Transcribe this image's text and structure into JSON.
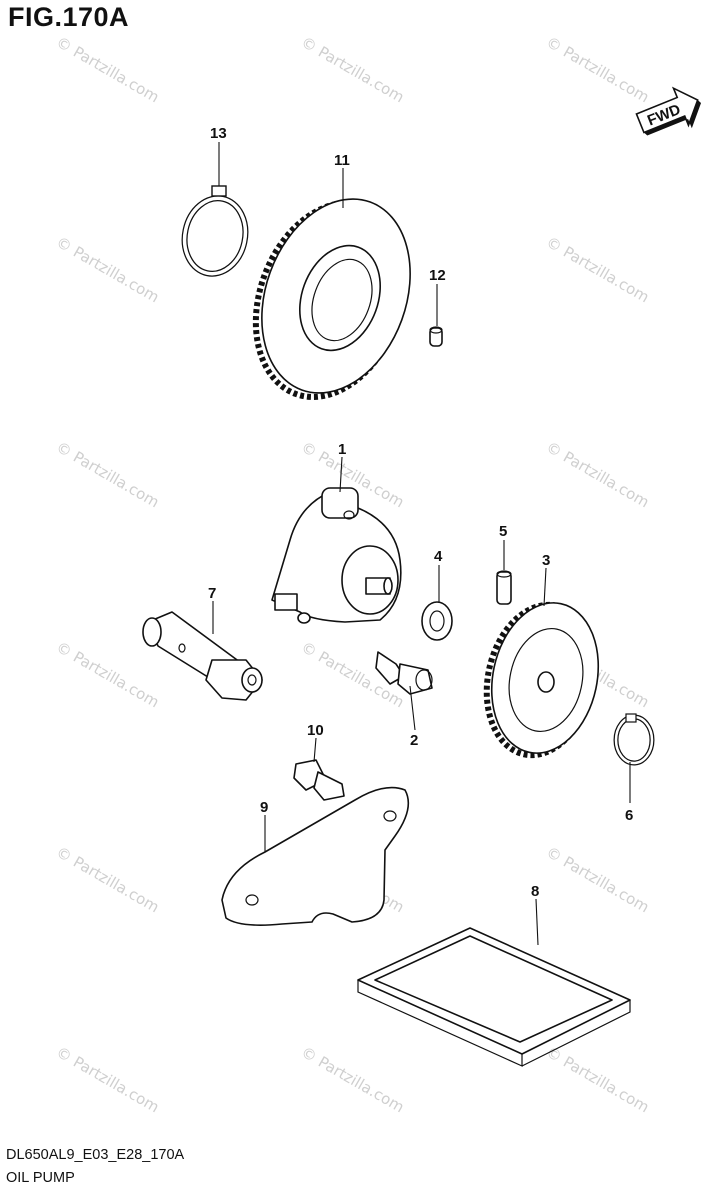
{
  "header": {
    "figure_title": "FIG.170A"
  },
  "direction_badge": {
    "label": "FWD"
  },
  "watermark": {
    "text": "© Partzilla.com"
  },
  "callouts": [
    {
      "id": "callout-1",
      "label": "1"
    },
    {
      "id": "callout-2",
      "label": "2"
    },
    {
      "id": "callout-3",
      "label": "3"
    },
    {
      "id": "callout-4",
      "label": "4"
    },
    {
      "id": "callout-5",
      "label": "5"
    },
    {
      "id": "callout-6",
      "label": "6"
    },
    {
      "id": "callout-7",
      "label": "7"
    },
    {
      "id": "callout-8",
      "label": "8"
    },
    {
      "id": "callout-9",
      "label": "9"
    },
    {
      "id": "callout-10",
      "label": "10"
    },
    {
      "id": "callout-11",
      "label": "11"
    },
    {
      "id": "callout-12",
      "label": "12"
    },
    {
      "id": "callout-13",
      "label": "13"
    }
  ],
  "footer": {
    "model_code": "DL650AL9_E03_E28_170A",
    "section_name": "OIL PUMP"
  }
}
